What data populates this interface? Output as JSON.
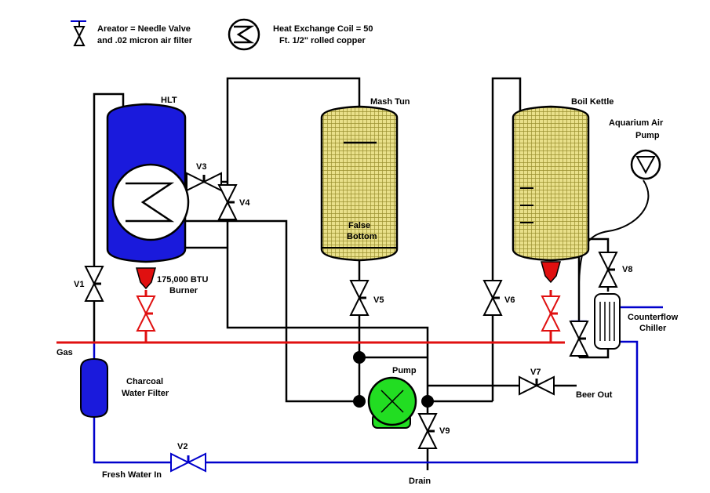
{
  "legend": {
    "aerator_line1": "Areator = Needle Valve",
    "aerator_line2": "and .02 micron air filter",
    "coil_line1": "Heat Exchange Coil = 50",
    "coil_line2": "Ft. 1/2\" rolled copper"
  },
  "vessels": {
    "hlt": "HLT",
    "mash_tun": "Mash Tun",
    "false_bottom_line1": "False",
    "false_bottom_line2": "Bottom",
    "boil_kettle": "Boil Kettle"
  },
  "equipment": {
    "air_pump_line1": "Aquarium Air",
    "air_pump_line2": "Pump",
    "burner_line1": "175,000 BTU",
    "burner_line2": "Burner",
    "charcoal_line1": "Charcoal",
    "charcoal_line2": "Water Filter",
    "pump": "Pump",
    "chiller_line1": "Counterflow",
    "chiller_line2": "Chiller"
  },
  "valves": {
    "v1": "V1",
    "v2": "V2",
    "v3": "V3",
    "v4": "V4",
    "v5": "V5",
    "v6": "V6",
    "v7": "V7",
    "v8": "V8",
    "v9": "V9"
  },
  "lines": {
    "gas": "Gas",
    "fresh_water": "Fresh Water In",
    "drain": "Drain",
    "beer_out": "Beer Out"
  },
  "colors": {
    "water": "#0000cc",
    "vessel_blue": "#1a1adc",
    "gas": "#e01010",
    "pump_green": "#22dd22",
    "mash_fill": "#e8e08c"
  }
}
